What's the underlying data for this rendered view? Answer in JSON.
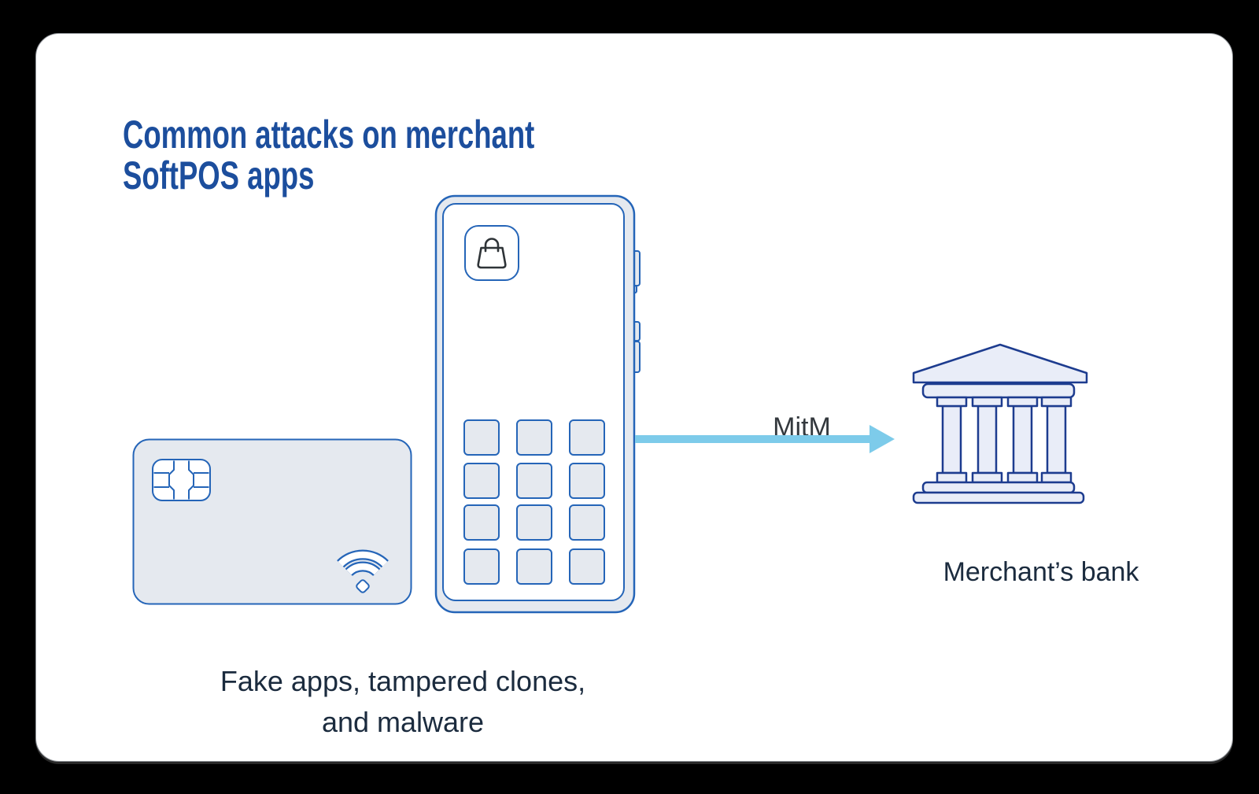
{
  "header": {
    "title_line1": "Common attacks on merchant",
    "title_line2": "SoftPOS apps"
  },
  "diagram": {
    "mitm_label": "MitM",
    "bank_label": "Merchant’s bank",
    "caption_line1": "Fake apps, tampered clones,",
    "caption_line2": "and malware"
  },
  "icons": {
    "payment_card": "contactless-payment-card",
    "card_chip": "emv-chip",
    "contactless_wave": "wifi-style-contactless-symbol",
    "phone": "smartphone-softpos-terminal",
    "app_icon": "shopping-bag-app",
    "keypad": "pin-entry-keypad",
    "arrow": "right-arrow",
    "bank": "classical-bank-building"
  },
  "theme": {
    "page_bg": "#000000",
    "canvas_bg": "#ffffff",
    "title_blue": "#1c4e9d",
    "stroke_blue": "#2565b8",
    "fill_light": "#e5e9ef",
    "bank_stroke": "#1d3c8f",
    "bank_fill": "#e9edf8",
    "arrow_blue": "#7dcbea",
    "text_dark": "#1b2b3e",
    "mitm_text": "#33383d",
    "bag_stroke": "#2f3438"
  }
}
